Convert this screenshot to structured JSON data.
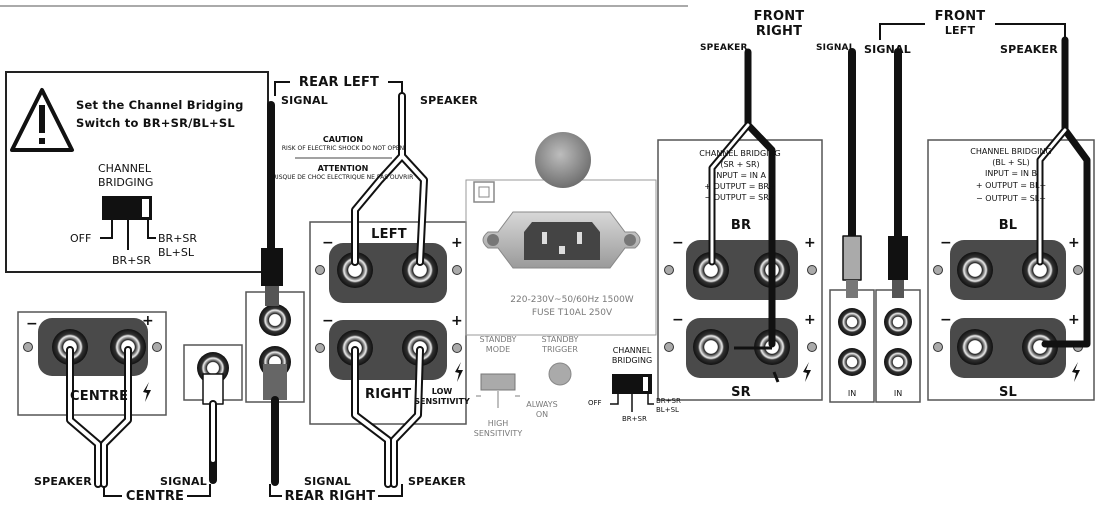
{
  "warning": {
    "line1": "Set the Channel Bridging",
    "line2": "Switch to BR+SR/BL+SL",
    "switch_title_1": "CHANNEL",
    "switch_title_2": "BRIDGING",
    "pos_off": "OFF",
    "pos_brsr": "BR+SR",
    "pos_brsr_blsl_1": "BR+SR",
    "pos_brsr_blsl_2": "BL+SL"
  },
  "groups": {
    "rear_left": "REAR LEFT",
    "front_right_1": "FRONT",
    "front_right_2": "RIGHT",
    "front_left_1": "FRONT",
    "front_left_2": "LEFT",
    "centre": "CENTRE",
    "rear_right": "REAR RIGHT"
  },
  "wire_labels": {
    "rear_left_signal": "SIGNAL",
    "rear_left_speaker": "SPEAKER",
    "front_right_speaker": "SPEAKER",
    "front_right_signal": "SIGNAL",
    "front_left_signal": "SIGNAL",
    "front_left_speaker": "SPEAKER",
    "centre_speaker": "SPEAKER",
    "centre_signal": "SIGNAL",
    "rear_right_signal": "SIGNAL",
    "rear_right_speaker": "SPEAKER"
  },
  "caution": {
    "title": "CAUTION",
    "sub": "RISK OF ELECTRIC SHOCK DO NOT OPEN",
    "title2": "ATTENTION",
    "sub2": "RISQUE DE CHOC ELECTRIQUE NE PAS OUVRIR"
  },
  "terminals": {
    "left": "LEFT",
    "right": "RIGHT",
    "centre": "CENTRE",
    "br": "BR",
    "sr": "SR",
    "bl": "BL",
    "sl": "SL",
    "minus": "−",
    "plus": "+",
    "in": "IN"
  },
  "power": {
    "line1": "220-230V~50/60Hz 1500W",
    "line2": "FUSE T10AL 250V"
  },
  "controls": {
    "standby_mode_1": "STANDBY",
    "standby_mode_2": "MODE",
    "standby_trigger_1": "STANDBY",
    "standby_trigger_2": "TRIGGER",
    "low_sens_1": "LOW",
    "low_sens_2": "SENSITIVITY",
    "high_sens_1": "HIGH",
    "high_sens_2": "SENSITIVITY",
    "always_on_1": "ALWAYS",
    "always_on_2": "ON",
    "bridge_title_1": "CHANNEL",
    "bridge_title_2": "BRIDGING",
    "bridge_off": "OFF",
    "bridge_brsr": "BR+SR",
    "bridge_both_1": "BR+SR",
    "bridge_both_2": "BL+SL"
  },
  "bridging_notes": {
    "sr": {
      "l1": "CHANNEL BRIDGING",
      "l2": "(SR + SR)",
      "l3": "INPUT = IN A",
      "l4": "+ OUTPUT = BR+",
      "l5": "− OUTPUT = SR+"
    },
    "bl": {
      "l1": "CHANNEL BRIDGING",
      "l2": "(BL + SL)",
      "l3": "INPUT = IN B",
      "l4": "+ OUTPUT = BL+",
      "l5": "− OUTPUT = SL+"
    }
  }
}
